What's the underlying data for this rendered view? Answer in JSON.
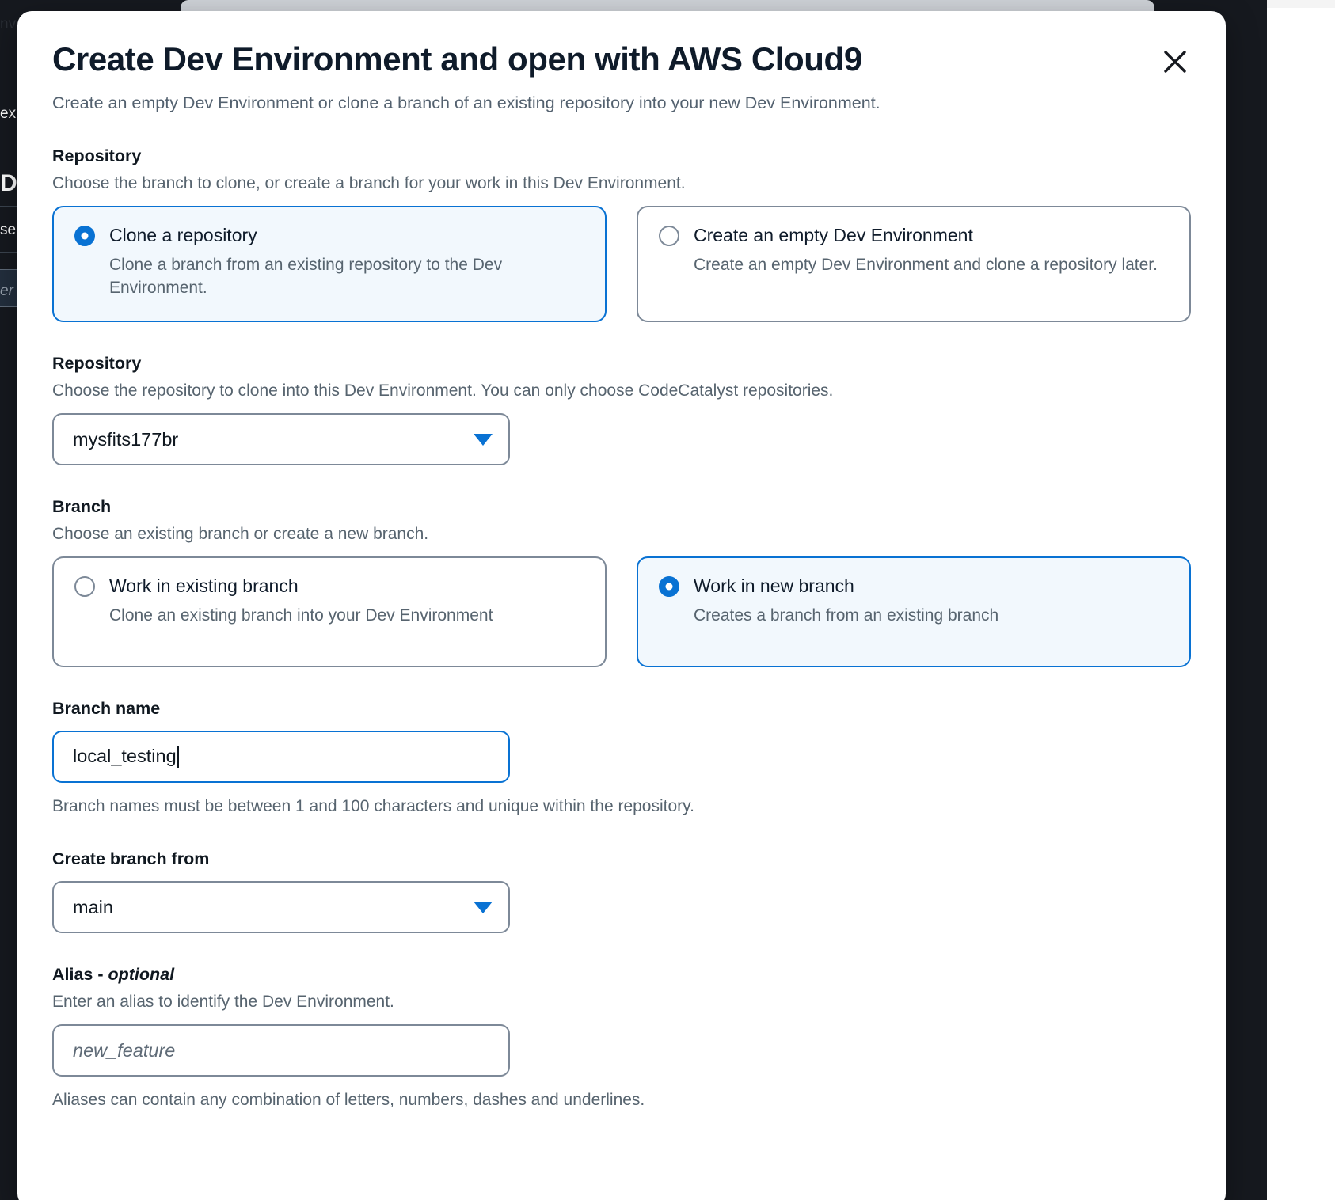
{
  "background": {
    "fragments": [
      {
        "name": "nv",
        "text": "nv"
      },
      {
        "name": "ex",
        "text": "ex"
      },
      {
        "name": "d",
        "text": "D"
      },
      {
        "name": "se",
        "text": "se"
      },
      {
        "name": "er",
        "text": "er"
      }
    ]
  },
  "modal": {
    "title": "Create Dev Environment and open with AWS Cloud9",
    "subtitle": "Create an empty Dev Environment or clone a branch of an existing repository into your new Dev Environment.",
    "close_icon": "close-icon"
  },
  "repository_source": {
    "label": "Repository",
    "description": "Choose the branch to clone, or create a branch for your work in this Dev Environment.",
    "options": [
      {
        "id": "clone-a-repository",
        "title": "Clone a repository",
        "description": "Clone a branch from an existing repository to the Dev Environment.",
        "selected": true
      },
      {
        "id": "create-an-empty-dev-environment",
        "title": "Create an empty Dev Environment",
        "description": "Create an empty Dev Environment and clone a repository later.",
        "selected": false
      }
    ]
  },
  "repository_select": {
    "label": "Repository",
    "description": "Choose the repository to clone into this Dev Environment. You can only choose CodeCatalyst repositories.",
    "value": "mysfits177br",
    "caret_icon": "chevron-down-icon"
  },
  "branch_mode": {
    "label": "Branch",
    "description": "Choose an existing branch or create a new branch.",
    "options": [
      {
        "id": "work-in-existing-branch",
        "title": "Work in existing branch",
        "description": "Clone an existing branch into your Dev Environment",
        "selected": false
      },
      {
        "id": "work-in-new-branch",
        "title": "Work in new branch",
        "description": "Creates a branch from an existing branch",
        "selected": true
      }
    ]
  },
  "branch_name": {
    "label": "Branch name",
    "value": "local_testing",
    "helper": "Branch names must be between 1 and 100 characters and unique within the repository."
  },
  "create_branch_from": {
    "label": "Create branch from",
    "value": "main",
    "caret_icon": "chevron-down-icon"
  },
  "alias": {
    "label": "Alias - ",
    "label_optional": "optional",
    "description": "Enter an alias to identify the Dev Environment.",
    "placeholder": "new_feature",
    "helper": "Aliases can contain any combination of letters, numbers, dashes and underlines."
  },
  "colors": {
    "accent": "#0972d3",
    "selected_bg": "#f2f8fd",
    "border": "#7d8998",
    "text": "#101820",
    "muted": "#57646f"
  }
}
